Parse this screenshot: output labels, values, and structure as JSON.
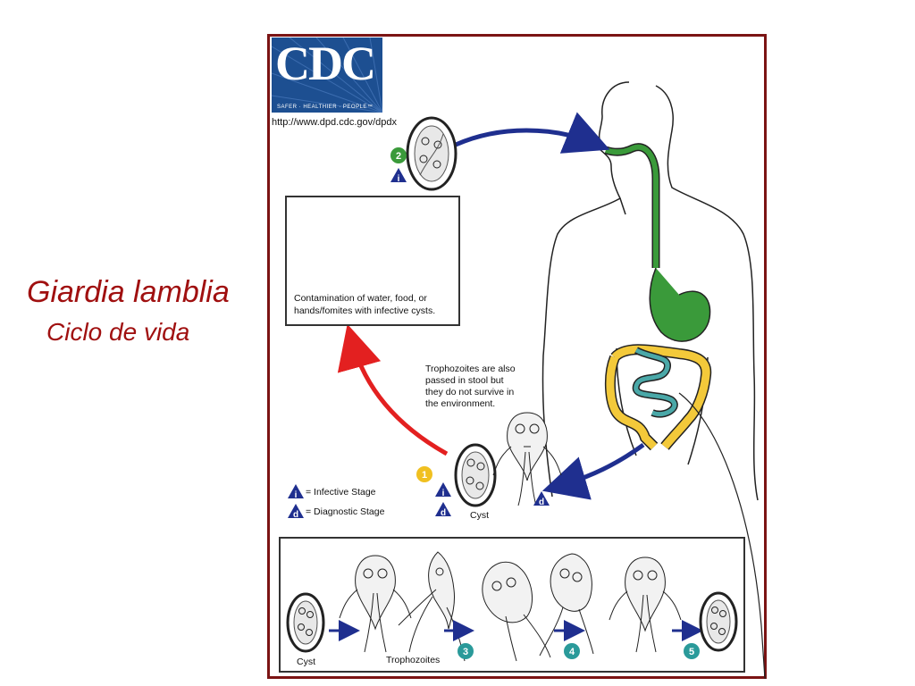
{
  "slide": {
    "title": "Giardia lamblia",
    "subtitle": "Ciclo de vida"
  },
  "logo": {
    "text": "CDC",
    "tagline": "SAFER · HEALTHIER · PEOPLE™"
  },
  "url": "http://www.dpd.cdc.gov/dpdx",
  "contamination_box": {
    "line1": "Contamination of water, food, or",
    "line2": "hands/fomites with infective cysts."
  },
  "trophozoites_note": {
    "line1": "Trophozoites are also",
    "line2": "passed in stool but",
    "line3": "they do not survive in",
    "line4": "the environment."
  },
  "legend": {
    "infective": "= Infective Stage",
    "diagnostic": "= Diagnostic Stage"
  },
  "stage_markers": {
    "infective_symbol": "i",
    "diagnostic_symbol": "d",
    "step1": "1",
    "step2": "2",
    "step3": "3",
    "step4": "4",
    "step5": "5"
  },
  "labels": {
    "cyst_main": "Cyst",
    "cyst_panel": "Cyst",
    "trophozoites_panel": "Trophozoites"
  },
  "colors": {
    "title": "#a01010",
    "frame": "#7b1414",
    "cdc_blue": "#1d4f91",
    "arrow_blue": "#1f2f8f",
    "arrow_red": "#e32020",
    "step1_yellow": "#f0c020",
    "step2_green": "#3a9a3a",
    "step_teal": "#2a9a9a",
    "gut_green": "#3a9a3a",
    "colon_yellow": "#f3c93a",
    "small_intestine_teal": "#4aa8a8"
  },
  "icons": [
    "infective-stage-icon",
    "diagnostic-stage-icon",
    "raspberry-icon",
    "apple-icon",
    "pear-icon",
    "water-glass-icon"
  ]
}
